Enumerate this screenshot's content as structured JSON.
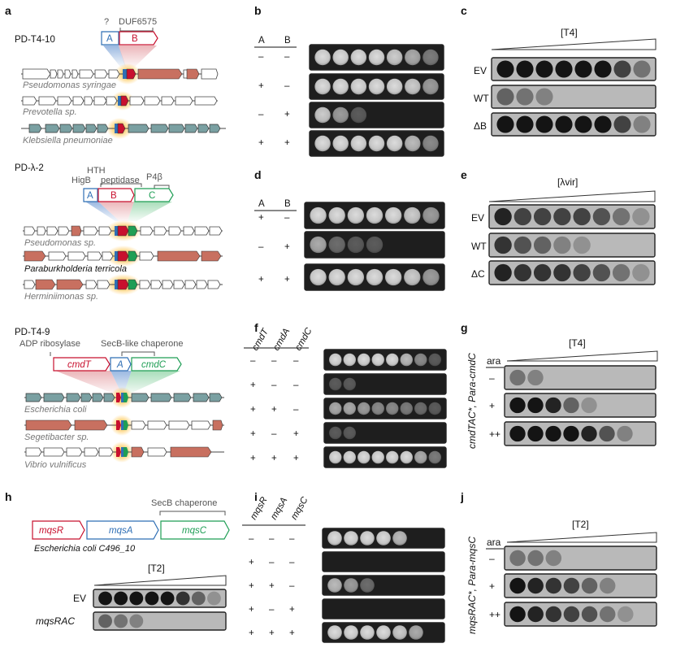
{
  "panel_labels": {
    "a": "a",
    "b": "b",
    "c": "c",
    "d": "d",
    "e": "e",
    "f": "f",
    "g": "g",
    "h": "h",
    "i": "i",
    "j": "j"
  },
  "panel_a": {
    "systems": [
      {
        "name": "PD-T4-10",
        "domains": [
          "?",
          "DUF6575"
        ],
        "genes": [
          "A",
          "B"
        ],
        "organisms": [
          "Pseudomonas syringae",
          "Prevotella sp.",
          "Klebsiella pneumoniae"
        ]
      },
      {
        "name": "PD-λ-2",
        "domains": [
          "HigB",
          "HTH",
          "peptidase",
          "P4β"
        ],
        "genes": [
          "A",
          "B",
          "C"
        ],
        "organisms": [
          "Pseudomonas sp.",
          "Paraburkholderia terricola",
          "Herminiimonas sp."
        ]
      },
      {
        "name": "PD-T4-9",
        "domains": [
          "ADP ribosylase",
          "SecB-like chaperone"
        ],
        "genes": [
          "cmdT",
          "A",
          "cmdC"
        ],
        "organisms": [
          "Escherichia coli",
          "Segetibacter sp.",
          "Vibrio vulnificus"
        ]
      }
    ]
  },
  "panel_b": {
    "headers": [
      "A",
      "B"
    ],
    "rows": [
      [
        "–",
        "–"
      ],
      [
        "+",
        "–"
      ],
      [
        "–",
        "+"
      ],
      [
        "+",
        "+"
      ]
    ],
    "spots": [
      [
        9,
        9,
        9,
        9,
        8,
        6,
        3
      ],
      [
        9,
        9,
        9,
        9,
        9,
        8,
        5
      ],
      [
        8,
        5,
        1,
        0,
        0,
        0,
        0
      ],
      [
        9,
        9,
        9,
        9,
        9,
        7,
        4
      ]
    ]
  },
  "panel_c": {
    "phage": "[T4]",
    "rows": [
      "EV",
      "WT",
      "ΔB"
    ],
    "spots": [
      [
        9,
        9,
        9,
        9,
        9,
        9,
        6,
        3
      ],
      [
        4,
        3,
        2,
        0,
        0,
        0,
        0,
        0
      ],
      [
        9,
        9,
        9,
        9,
        9,
        9,
        6,
        2
      ]
    ]
  },
  "panel_d": {
    "headers": [
      "A",
      "B"
    ],
    "rows": [
      [
        "+",
        "–"
      ],
      [
        "–",
        "+"
      ],
      [
        "+",
        "+"
      ]
    ],
    "spots": [
      [
        9,
        9,
        9,
        9,
        9,
        8,
        5
      ],
      [
        6,
        2,
        1,
        1,
        0,
        0,
        0
      ],
      [
        9,
        9,
        9,
        9,
        9,
        8,
        5
      ]
    ]
  },
  "panel_e": {
    "phage": "[λvir]",
    "rows": [
      "EV",
      "WT",
      "ΔC"
    ],
    "spots": [
      [
        8,
        6,
        6,
        6,
        6,
        5,
        3,
        1
      ],
      [
        7,
        5,
        4,
        2,
        1,
        0,
        0,
        0
      ],
      [
        8,
        7,
        7,
        7,
        6,
        5,
        3,
        1
      ]
    ]
  },
  "panel_f": {
    "headers": [
      "cmdT",
      "cmdA",
      "cmdC"
    ],
    "rows": [
      [
        "–",
        "–",
        "–"
      ],
      [
        "+",
        "–",
        "–"
      ],
      [
        "+",
        "+",
        "–"
      ],
      [
        "+",
        "–",
        "+"
      ],
      [
        "+",
        "+",
        "+"
      ]
    ],
    "spots": [
      [
        9,
        9,
        9,
        9,
        9,
        7,
        4,
        1
      ],
      [
        1,
        1,
        0,
        0,
        0,
        0,
        0,
        0
      ],
      [
        6,
        6,
        5,
        4,
        4,
        3,
        2,
        1
      ],
      [
        1,
        1,
        0,
        0,
        0,
        0,
        0,
        0
      ],
      [
        9,
        9,
        9,
        9,
        9,
        9,
        6,
        3
      ]
    ]
  },
  "panel_g": {
    "phage": "[T4]",
    "side_label": "cmdTAC*, Para-cmdC",
    "ara_label": "ara",
    "rows": [
      "–",
      "+",
      "++"
    ],
    "spots": [
      [
        3,
        2,
        0,
        0,
        0,
        0,
        0,
        0
      ],
      [
        9,
        9,
        8,
        4,
        1,
        0,
        0,
        0
      ],
      [
        9,
        9,
        9,
        9,
        8,
        5,
        2,
        0
      ]
    ]
  },
  "panel_h": {
    "domain": "SecB chaperone",
    "genes": [
      "mqsR",
      "mqsA",
      "mqsC"
    ],
    "organism": "Escherichia coli C496_10",
    "phage": "[T2]",
    "rows": [
      "EV",
      "mqsRAC"
    ],
    "spots": [
      [
        9,
        9,
        9,
        9,
        9,
        7,
        4,
        1
      ],
      [
        4,
        3,
        2,
        0,
        0,
        0,
        0,
        0
      ]
    ]
  },
  "panel_i": {
    "headers": [
      "mqsR",
      "mqsA",
      "mqsC"
    ],
    "rows": [
      [
        "–",
        "–",
        "–"
      ],
      [
        "+",
        "–",
        "–"
      ],
      [
        "+",
        "+",
        "–"
      ],
      [
        "+",
        "–",
        "+"
      ],
      [
        "+",
        "+",
        "+"
      ]
    ],
    "spots": [
      [
        9,
        9,
        9,
        9,
        7,
        0,
        0
      ],
      [
        0,
        0,
        0,
        0,
        0,
        0,
        0
      ],
      [
        7,
        5,
        2,
        0,
        0,
        0,
        0
      ],
      [
        0,
        0,
        0,
        0,
        0,
        0,
        0
      ],
      [
        9,
        9,
        9,
        9,
        8,
        6,
        0
      ]
    ]
  },
  "panel_j": {
    "phage": "[T2]",
    "side_label": "mqsRAC*, Para-mqsC",
    "ara_label": "ara",
    "rows": [
      "–",
      "+",
      "++"
    ],
    "spots": [
      [
        3,
        3,
        2,
        0,
        0,
        0,
        0,
        0
      ],
      [
        9,
        8,
        7,
        6,
        4,
        2,
        0,
        0
      ],
      [
        9,
        8,
        7,
        6,
        5,
        3,
        1,
        0
      ]
    ]
  },
  "colors": {
    "red": "#c8102e",
    "salmon": "#c87060",
    "blue": "#2f6fb5",
    "green": "#1f9e55",
    "teal": "#7aa0a2",
    "label_gray": "#777777",
    "plate": "#2a2a2a"
  }
}
